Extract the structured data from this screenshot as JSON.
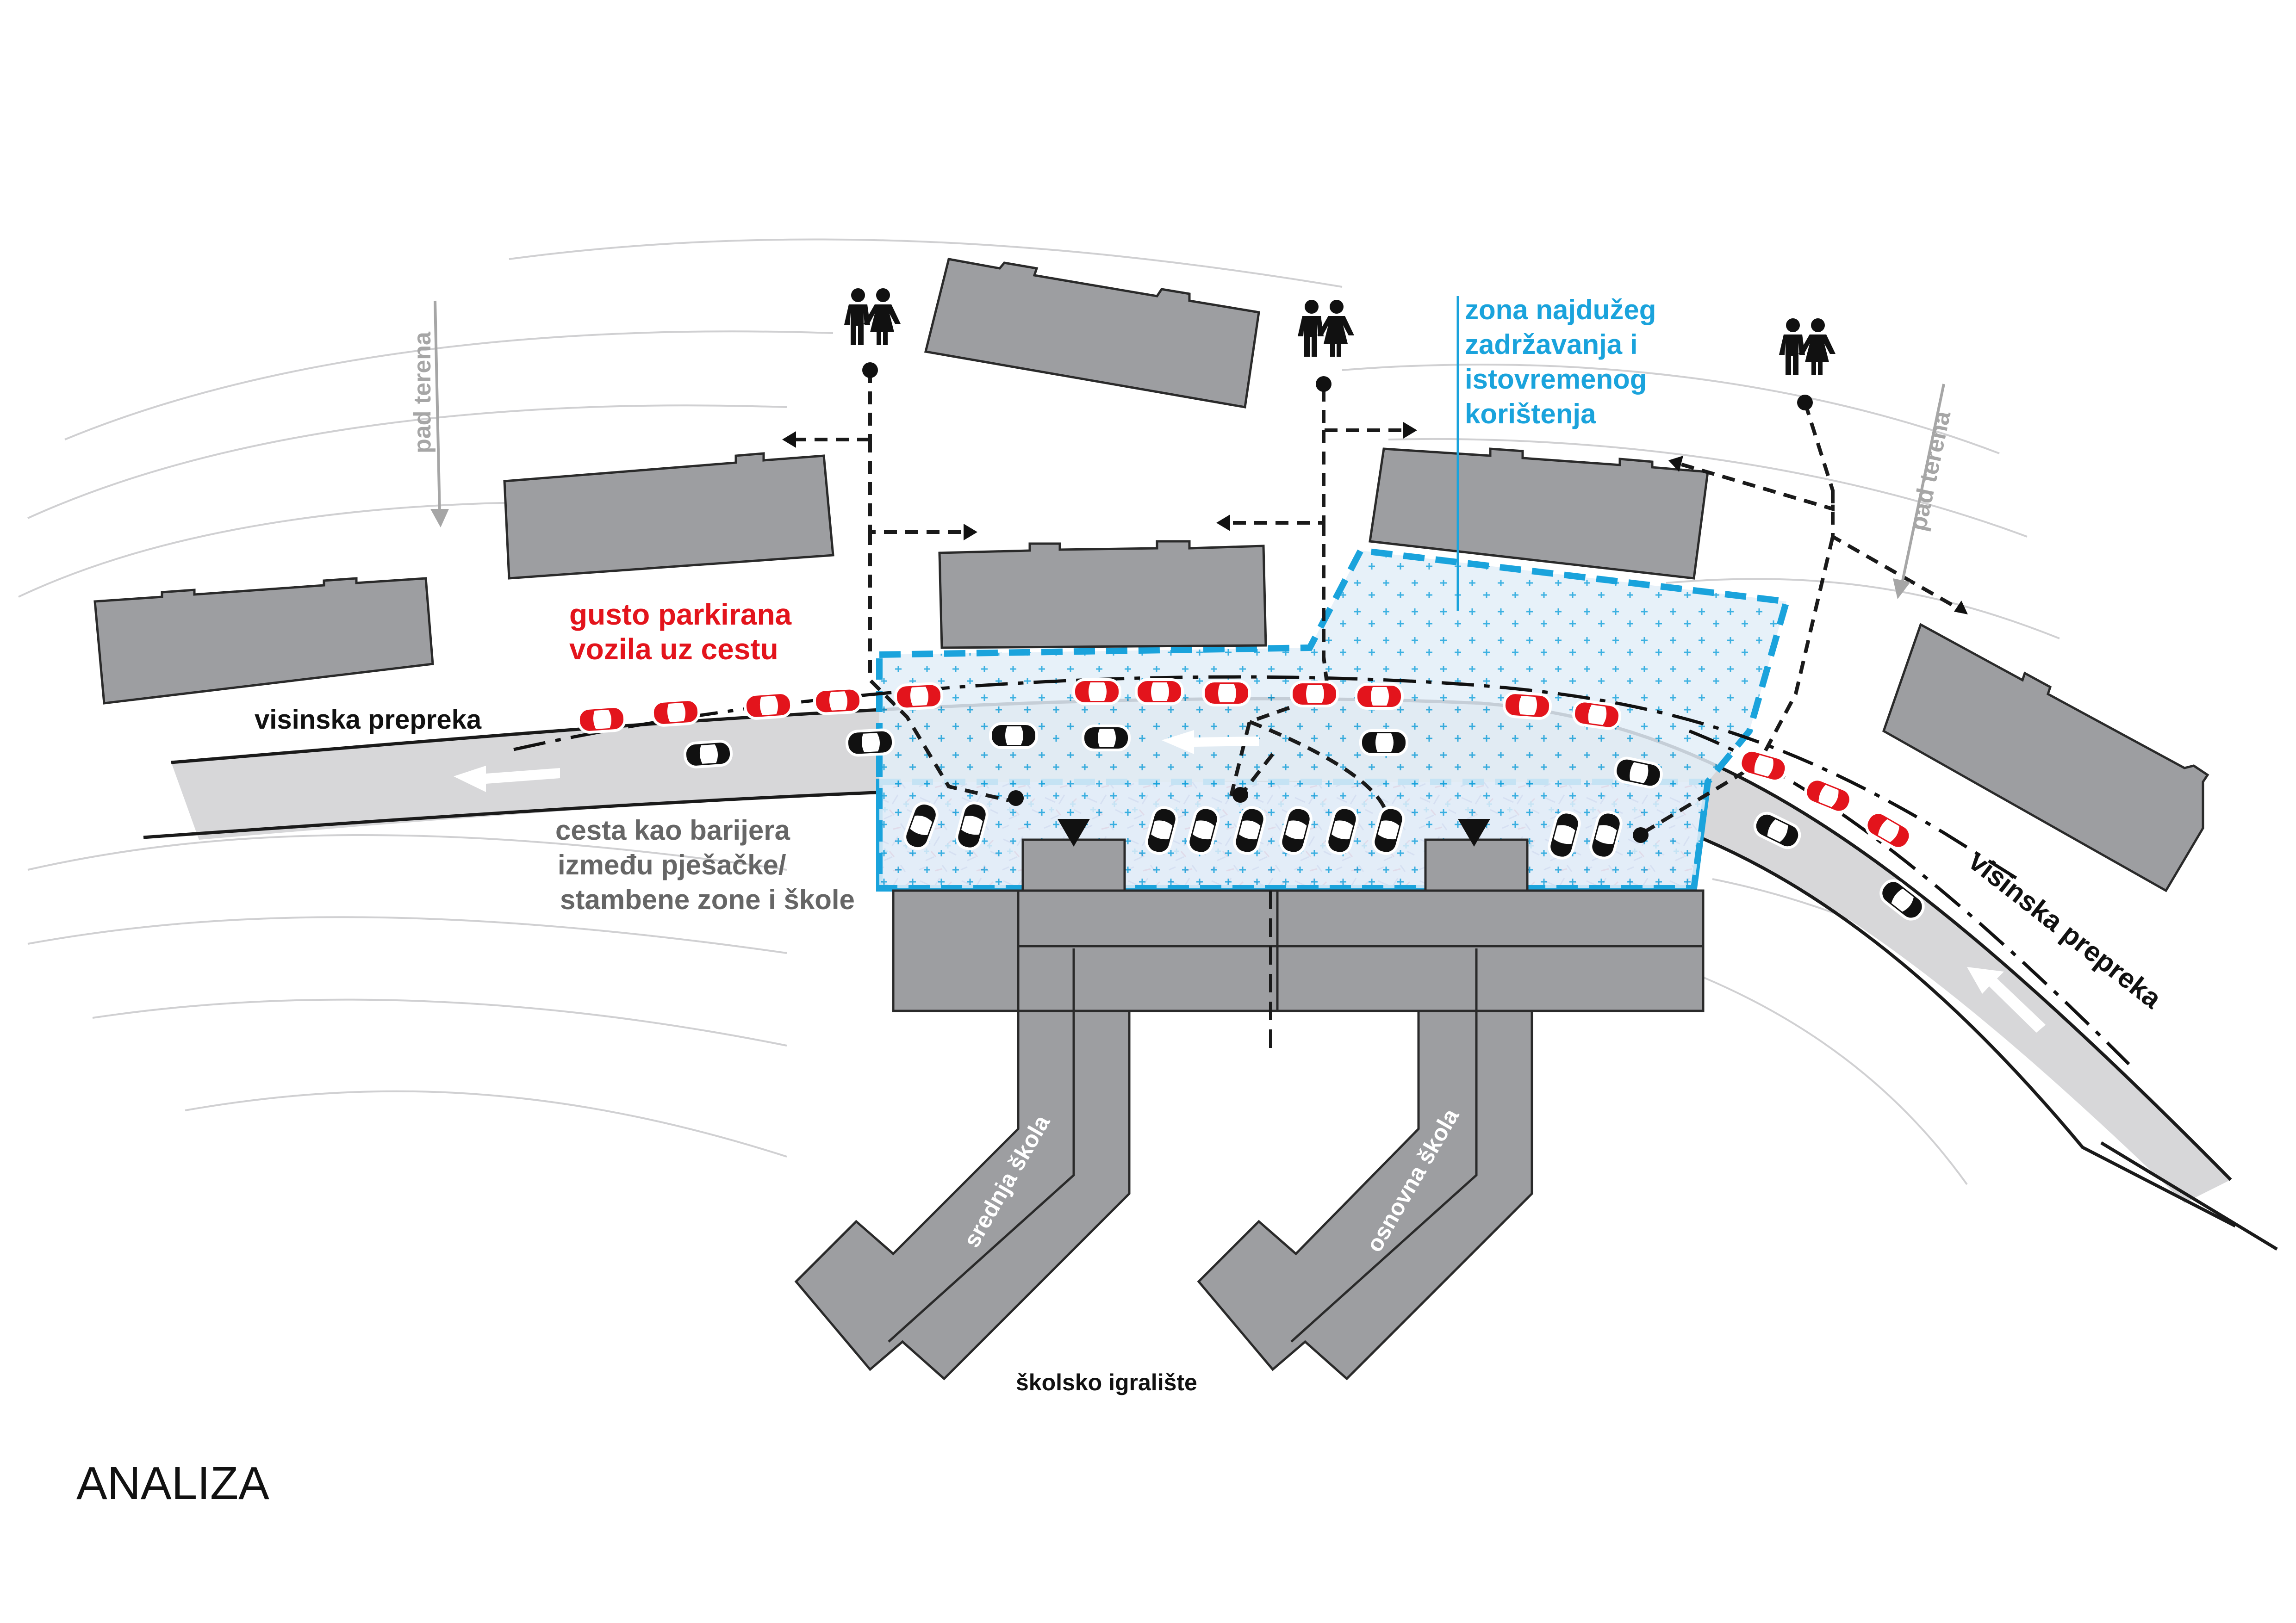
{
  "title": "ANALIZA",
  "labels": {
    "slope_left": "pad terena",
    "slope_right": "pad terena",
    "parked_line1": "gusto parkirana",
    "parked_line2": "vozila uz cestu",
    "barrier_left": "visinska prepreka",
    "barrier_right": "visinska prepreka",
    "road_line1": "cesta kao barijera",
    "road_line2": "između pješačke/",
    "road_line3": "stambene zone i škole",
    "zone_line1": "zona najdužeg",
    "zone_line2": "zadržavanja i",
    "zone_line3": "istovremenog",
    "zone_line4": "korištenja",
    "school_secondary": "srednja škola",
    "school_primary": "osnovna škola",
    "playground": "školsko igralište"
  },
  "colors": {
    "building": "#9d9ea1",
    "road": "#d7d7d9",
    "zone_outline": "#1aa3dc",
    "parked_car": "#e3141c",
    "moving_car": "#111111",
    "label_red": "#e3141c",
    "label_blue": "#1aa3dc",
    "label_gray": "#666666",
    "arrow_gray": "#a6a6a6"
  },
  "icons": [
    "pedestrian-pair-icon",
    "car-icon",
    "entrance-triangle-icon",
    "direction-arrow-icon"
  ]
}
